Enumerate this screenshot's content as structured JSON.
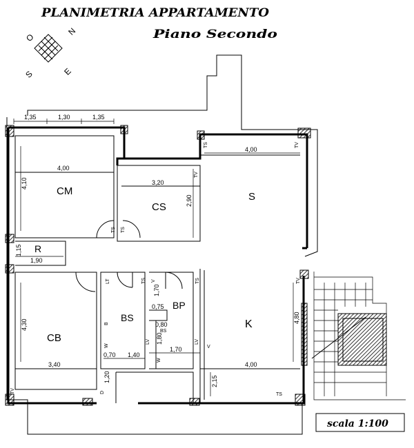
{
  "title": "PLANIMETRIA APPARTAMENTO",
  "subtitle": "Piano Secondo",
  "compass": {
    "n": "N",
    "e": "E",
    "s": "S",
    "o": "O"
  },
  "rooms": {
    "cm": "CM",
    "cs": "CS",
    "s": "S",
    "r": "R",
    "cb": "CB",
    "bs": "BS",
    "bp": "BP",
    "k": "K"
  },
  "dimensions": {
    "top_a": "1,35",
    "top_b": "1,30",
    "top_c": "1,35",
    "cm_w": "4,00",
    "cm_h": "4,10",
    "cs_w": "3,20",
    "cs_h": "2,90",
    "s_w": "4,00",
    "r_h": "1,15",
    "r_w": "1,90",
    "cb_h": "4,30",
    "cb_w": "3,40",
    "bp_a": "1,70",
    "bp_b": "0,75",
    "bp_c": "0,80",
    "bp_d": "1,80",
    "bs_a": "0,70",
    "bs_b": "1,40",
    "bs_c": "1,70",
    "bs_d": "1,20",
    "k_h": "4,80",
    "k_w": "4,00",
    "k_d": "2,15"
  },
  "markers": {
    "ts": "TS",
    "tv": "TV",
    "lt": "LT",
    "lv": "LV",
    "v": "V",
    "b": "B",
    "w": "W",
    "d": "D",
    "bs_small": "BS"
  },
  "scale": "scala 1:100"
}
